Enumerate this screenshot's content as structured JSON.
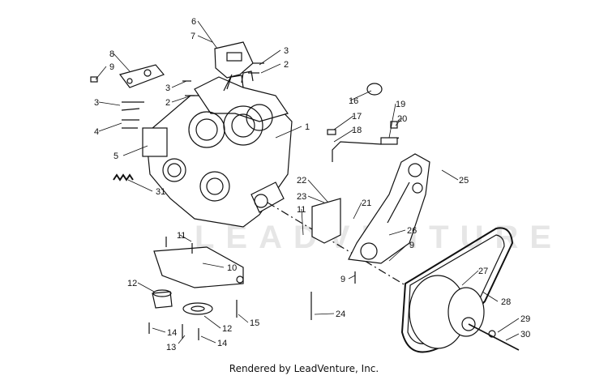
{
  "watermark": "LEADVENTURE",
  "footer": "Rendered by LeadVenture, Inc.",
  "callouts": [
    {
      "id": "c6",
      "label": "6"
    },
    {
      "id": "c7",
      "label": "7"
    },
    {
      "id": "c8",
      "label": "8"
    },
    {
      "id": "c9a",
      "label": "9"
    },
    {
      "id": "c3a",
      "label": "3"
    },
    {
      "id": "c2a",
      "label": "2"
    },
    {
      "id": "c3b",
      "label": "3"
    },
    {
      "id": "c2b",
      "label": "2"
    },
    {
      "id": "c3c",
      "label": "3"
    },
    {
      "id": "c4",
      "label": "4"
    },
    {
      "id": "c1",
      "label": "1"
    },
    {
      "id": "c5",
      "label": "5"
    },
    {
      "id": "c31",
      "label": "31"
    },
    {
      "id": "c16",
      "label": "16"
    },
    {
      "id": "c17",
      "label": "17"
    },
    {
      "id": "c18",
      "label": "18"
    },
    {
      "id": "c19",
      "label": "19"
    },
    {
      "id": "c20",
      "label": "20"
    },
    {
      "id": "c25",
      "label": "25"
    },
    {
      "id": "c22",
      "label": "22"
    },
    {
      "id": "c23",
      "label": "23"
    },
    {
      "id": "c21",
      "label": "21"
    },
    {
      "id": "c11a",
      "label": "11"
    },
    {
      "id": "c26",
      "label": "26"
    },
    {
      "id": "c9b",
      "label": "9"
    },
    {
      "id": "c11b",
      "label": "11"
    },
    {
      "id": "c10",
      "label": "10"
    },
    {
      "id": "c12a",
      "label": "12"
    },
    {
      "id": "c27",
      "label": "27"
    },
    {
      "id": "c9c",
      "label": "9"
    },
    {
      "id": "c28",
      "label": "28"
    },
    {
      "id": "c24",
      "label": "24"
    },
    {
      "id": "c15",
      "label": "15"
    },
    {
      "id": "c12b",
      "label": "12"
    },
    {
      "id": "c14a",
      "label": "14"
    },
    {
      "id": "c13",
      "label": "13"
    },
    {
      "id": "c14b",
      "label": "14"
    },
    {
      "id": "c29",
      "label": "29"
    },
    {
      "id": "c30",
      "label": "30"
    }
  ]
}
